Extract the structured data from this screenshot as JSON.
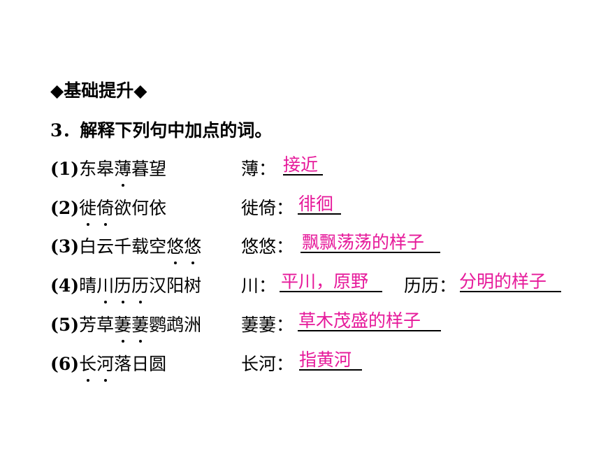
{
  "section_heading": "◆基础提升◆",
  "question": "3．解释下列句中加点的词。",
  "items": [
    {
      "num": "(1)",
      "pre": "东皋",
      "dotted": [
        "薄"
      ],
      "post": "暮望",
      "label": "薄：",
      "answer": "接近"
    },
    {
      "num": "(2)",
      "pre": "",
      "dotted": [
        "徙",
        "倚"
      ],
      "post": "欲何依",
      "label": "徙倚：",
      "answer": "徘徊"
    },
    {
      "num": "(3)",
      "pre": "白云千载空",
      "dotted": [
        "悠",
        "悠"
      ],
      "post": "",
      "label": "悠悠：",
      "answer": "飘飘荡荡的样子"
    },
    {
      "num": "(4)",
      "pre": "晴",
      "dotted": [
        "川",
        "历",
        "历"
      ],
      "post": "汉阳树",
      "label": "川：",
      "answer": "平川，原野",
      "label2": "历历：",
      "answer2": "分明的样子"
    },
    {
      "num": "(5)",
      "pre": "芳草",
      "dotted": [
        "萋",
        "萋"
      ],
      "post": "鹦鹉洲",
      "label": "萋萋：",
      "answer": "草木茂盛的样子"
    },
    {
      "num": "(6)",
      "pre": "",
      "dotted": [
        "长",
        "河"
      ],
      "post": "落日圆",
      "label": "长河：",
      "answer": "指黄河"
    }
  ],
  "colors": {
    "answer": "#e6199a"
  }
}
